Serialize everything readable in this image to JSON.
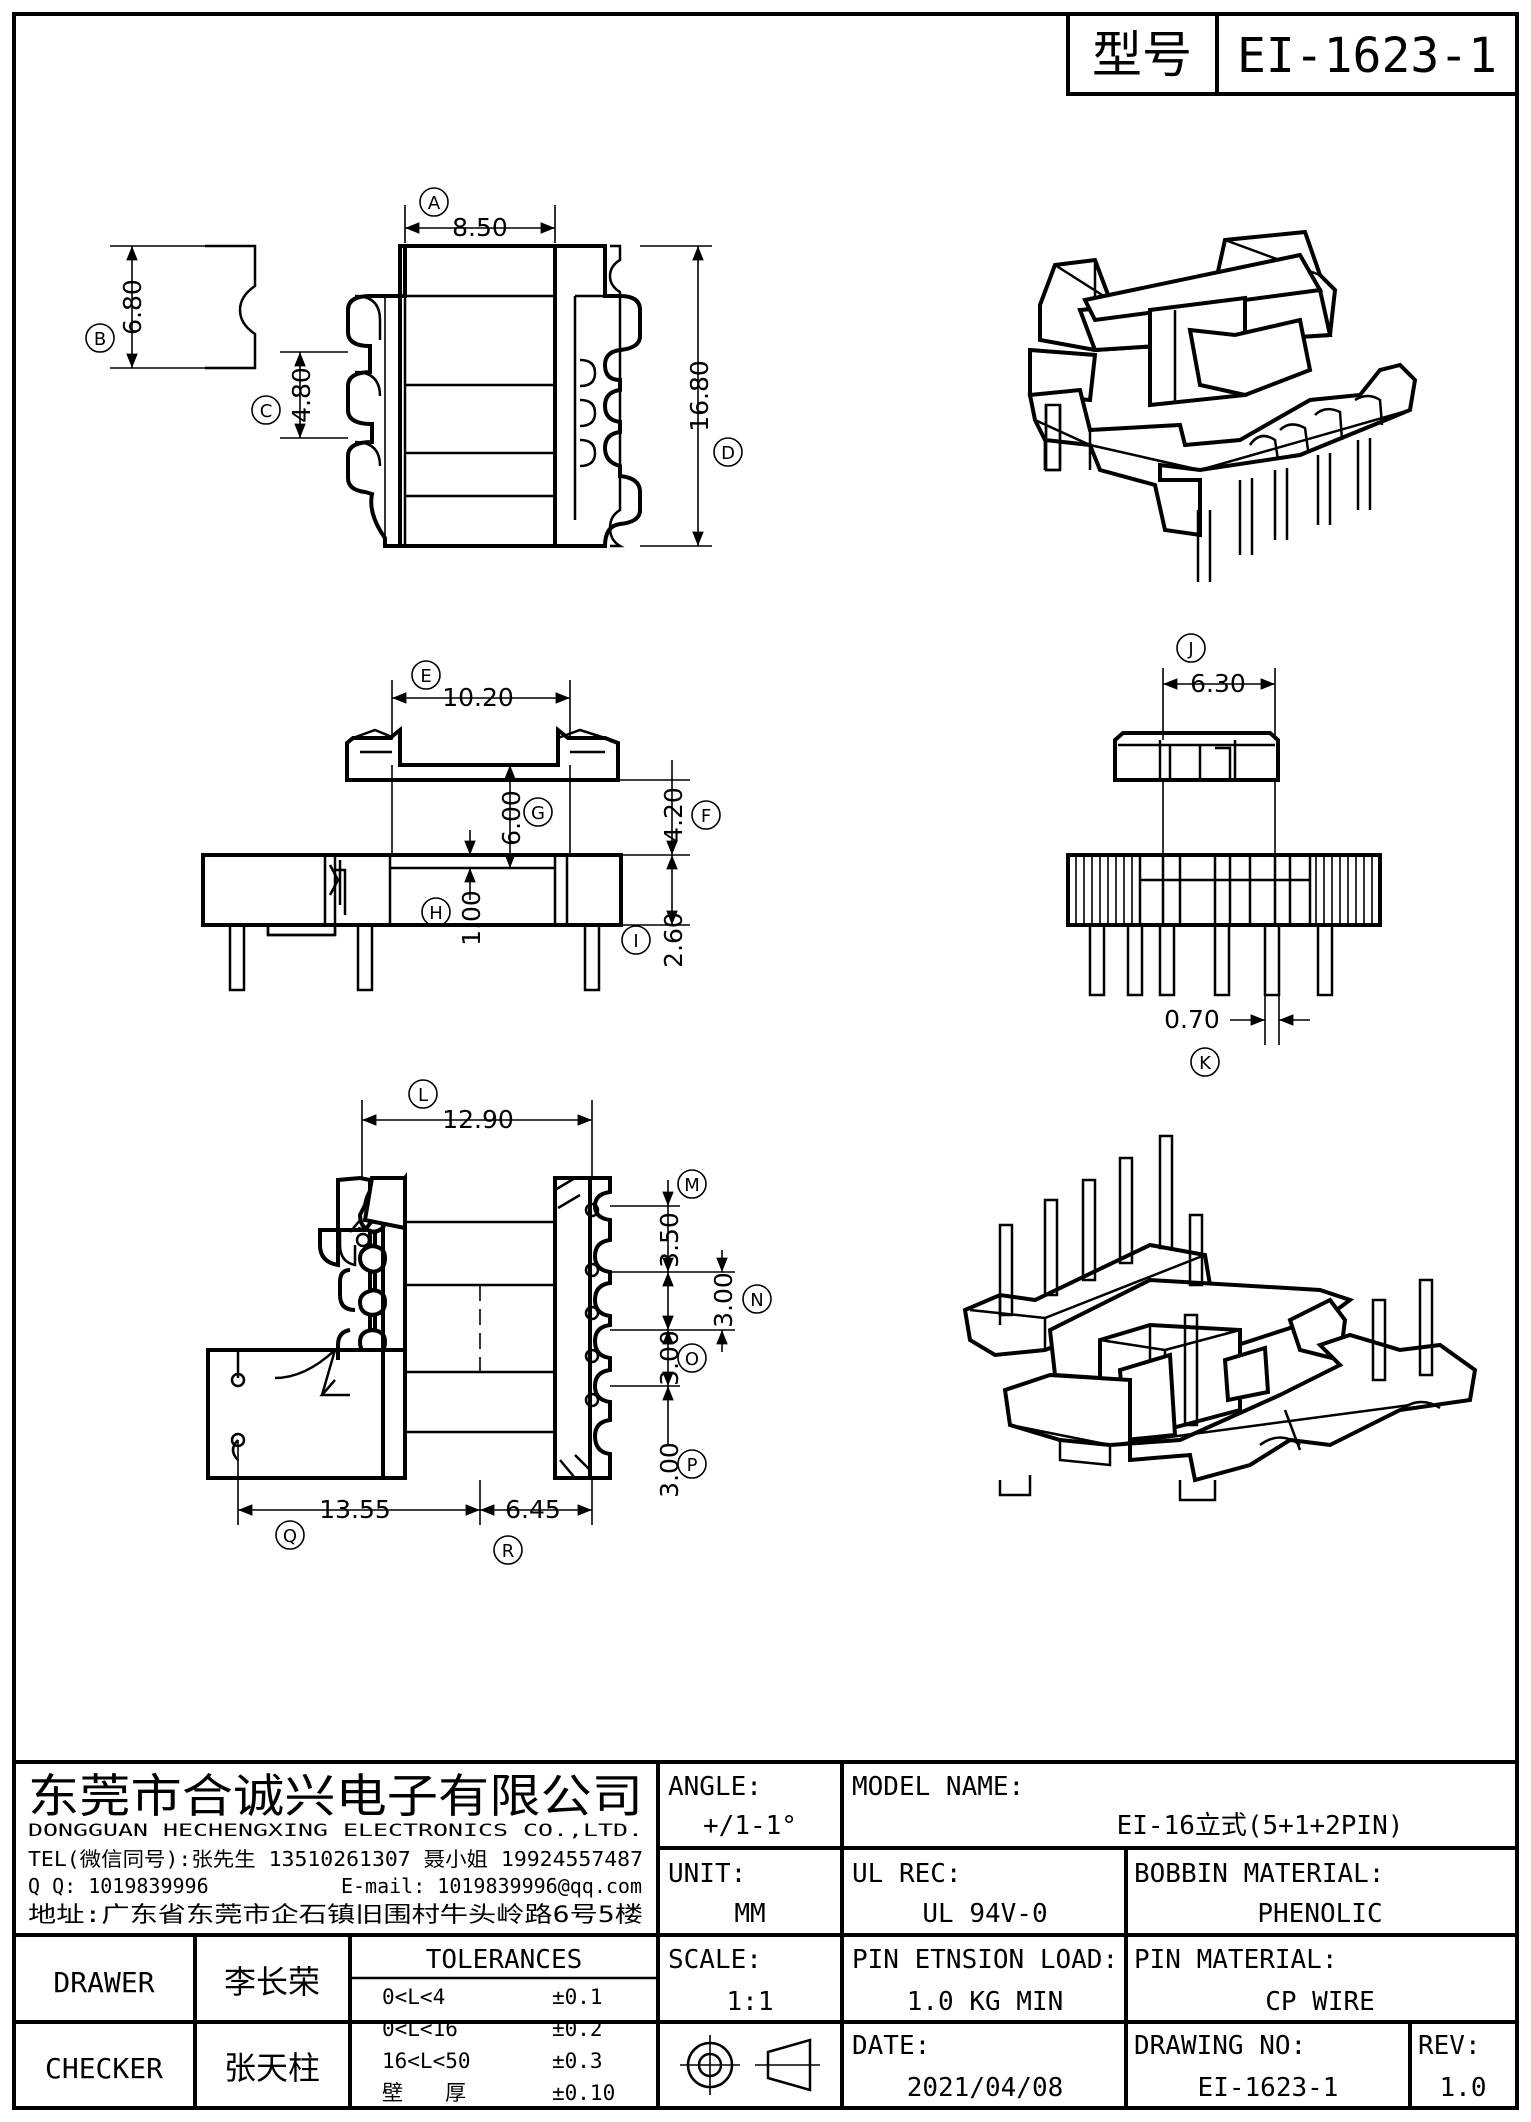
{
  "header": {
    "model_label": "型号",
    "model_no": "EI-1623-1"
  },
  "dims": {
    "A": {
      "letter": "A",
      "value": "8.50"
    },
    "B": {
      "letter": "B",
      "value": "6.80"
    },
    "C": {
      "letter": "C",
      "value": "4.80"
    },
    "D": {
      "letter": "D",
      "value": "16.80"
    },
    "E": {
      "letter": "E",
      "value": "10.20"
    },
    "F": {
      "letter": "F",
      "value": "4.20"
    },
    "G": {
      "letter": "G",
      "value": "6.00"
    },
    "H": {
      "letter": "H",
      "value": "1.00"
    },
    "I": {
      "letter": "I",
      "value": "2.60"
    },
    "J": {
      "letter": "J",
      "value": "6.30"
    },
    "K": {
      "letter": "K",
      "value": "0.70"
    },
    "L": {
      "letter": "L",
      "value": "12.90"
    },
    "M": {
      "letter": "M",
      "value": "3.50"
    },
    "N": {
      "letter": "N",
      "value": "3.00"
    },
    "O": {
      "letter": "O",
      "value": "3.00"
    },
    "P": {
      "letter": "P",
      "value": "3.00"
    },
    "Q": {
      "letter": "Q",
      "value": "13.55"
    },
    "R": {
      "letter": "R",
      "value": "6.45"
    }
  },
  "company": {
    "name_cn": "东莞市合诚兴电子有限公司",
    "name_en": "DONGGUAN HECHENGXING ELECTRONICS CO.,LTD.",
    "tel": "TEL(微信同号):张先生 13510261307 聂小姐 19924557487",
    "qq": "Q Q: 1019839996",
    "email": "E-mail: 1019839996@qq.com",
    "address": "地址:广东省东莞市企石镇旧围村牛头岭路6号5楼"
  },
  "title_block": {
    "angle_label": "ANGLE:",
    "angle_value": "+/1-1°",
    "unit_label": "UNIT:",
    "unit_value": "MM",
    "scale_label": "SCALE:",
    "scale_value": "1:1",
    "model_name_label": "MODEL NAME:",
    "model_name_value": "EI-16立式(5+1+2PIN)",
    "ul_rec_label": "UL REC:",
    "ul_rec_value": "UL 94V-0",
    "bobbin_material_label": "BOBBIN MATERIAL:",
    "bobbin_material_value": "PHENOLIC",
    "pin_tension_label": "PIN ETNSION LOAD:",
    "pin_tension_value": "1.0 KG MIN",
    "pin_material_label": "PIN MATERIAL:",
    "pin_material_value": "CP WIRE",
    "date_label": "DATE:",
    "date_value": "2021/04/08",
    "drawing_no_label": "DRAWING NO:",
    "drawing_no_value": "EI-1623-1",
    "rev_label": "REV:",
    "rev_value": "1.0",
    "drawer_label": "DRAWER",
    "drawer_value": "李长荣",
    "checker_label": "CHECKER",
    "checker_value": "张天柱"
  },
  "tolerances": {
    "title": "TOLERANCES",
    "rows": [
      {
        "range": "0<L<4",
        "tol": "±0.1"
      },
      {
        "range": "0<L<16",
        "tol": "±0.2"
      },
      {
        "range": "16<L<50",
        "tol": "±0.3"
      },
      {
        "range": "壁　　厚",
        "tol": "±0.10"
      }
    ]
  }
}
